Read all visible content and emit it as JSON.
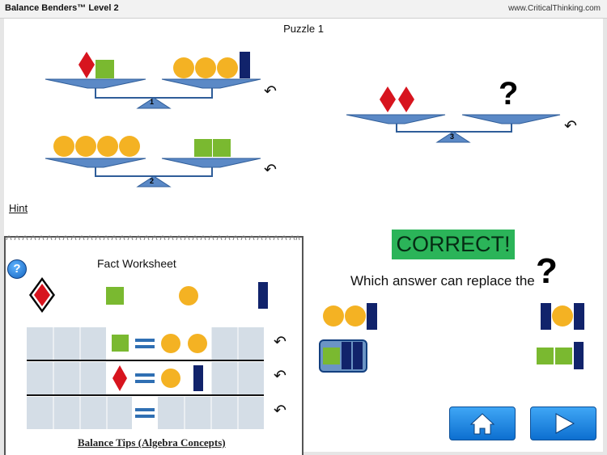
{
  "header": {
    "app_title": "Balance Benders™ Level 2",
    "site": "www.CriticalThinking.com"
  },
  "puzzle": {
    "title": "Puzzle 1",
    "scale_labels": [
      "1",
      "2",
      "3"
    ],
    "mystery_symbol": "?"
  },
  "hint_label": "Hint",
  "worksheet": {
    "title": "Fact Worksheet",
    "help_symbol": "?",
    "tips_link": "Balance Tips (Algebra Concepts)"
  },
  "answer": {
    "feedback": "CORRECT!",
    "question": "Which answer can replace the",
    "question_symbol": "?"
  },
  "icons": [
    "undo-icon",
    "help-icon",
    "home-icon",
    "play-icon",
    "diamond-icon",
    "circle-icon",
    "square-icon",
    "bar-icon"
  ],
  "colors": {
    "green": "#7ab930",
    "orange": "#f4b223",
    "red": "#d7141e",
    "navy": "#11236b",
    "scale_blue": "#5b89c6",
    "correct_bg": "#2bb459",
    "button_blue": "#1a7fe0"
  }
}
